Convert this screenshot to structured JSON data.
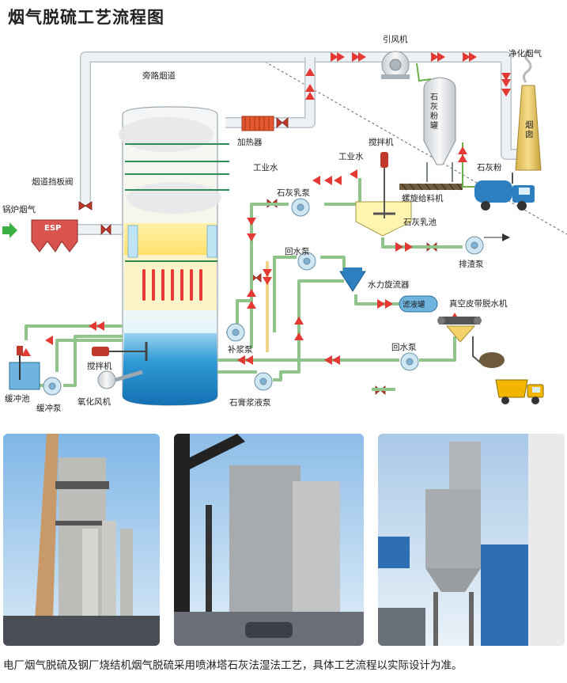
{
  "title": "烟气脱硫工艺流程图",
  "labels": {
    "induced_fan": "引风机",
    "clean_flue_gas": "净化烟气",
    "bypass_duct": "旁路烟道",
    "heater": "加热器",
    "lime_powder_tank": "石灰粉罐",
    "stirrer_top": "搅拌机",
    "industrial_water_top": "工业水",
    "industrial_water_tower": "工业水",
    "chimney": "烟囱",
    "lime_powder": "石灰粉",
    "damper": "烟道挡板阀",
    "lime_milk_pump": "石灰乳泵",
    "screw_feeder": "螺旋给料机",
    "lime_milk_tank": "石灰乳池",
    "boiler_flue_gas": "锅炉烟气",
    "esp": "ESP",
    "discharge_pump": "排渣泵",
    "return_pump_top": "回水泵",
    "hydrocyclone": "水力旋流器",
    "filtrate_tank": "滤液罐",
    "vacuum_belt": "真空皮带脱水机",
    "makeup_pump": "补浆泵",
    "return_pump_bottom": "回水泵",
    "stirrer_tower": "搅拌机",
    "buffer_tank": "缓冲池",
    "buffer_pump": "缓冲泵",
    "oxidation_fan": "氧化风机",
    "gypsum_pump": "石膏浆液泵"
  },
  "caption": "电厂烟气脱硫及钢厂烧结机烟气脱硫采用喷淋塔石灰法湿法工艺，具体工艺流程以实际设计为准。",
  "colors": {
    "pipe": "#e8eef2",
    "arrow": "#e53935",
    "slurry_pipe": "#f3dca0",
    "tower_water": "#1f8fd0",
    "truck_blue": "#2d7fc0",
    "truck_yellow": "#f2b600"
  }
}
